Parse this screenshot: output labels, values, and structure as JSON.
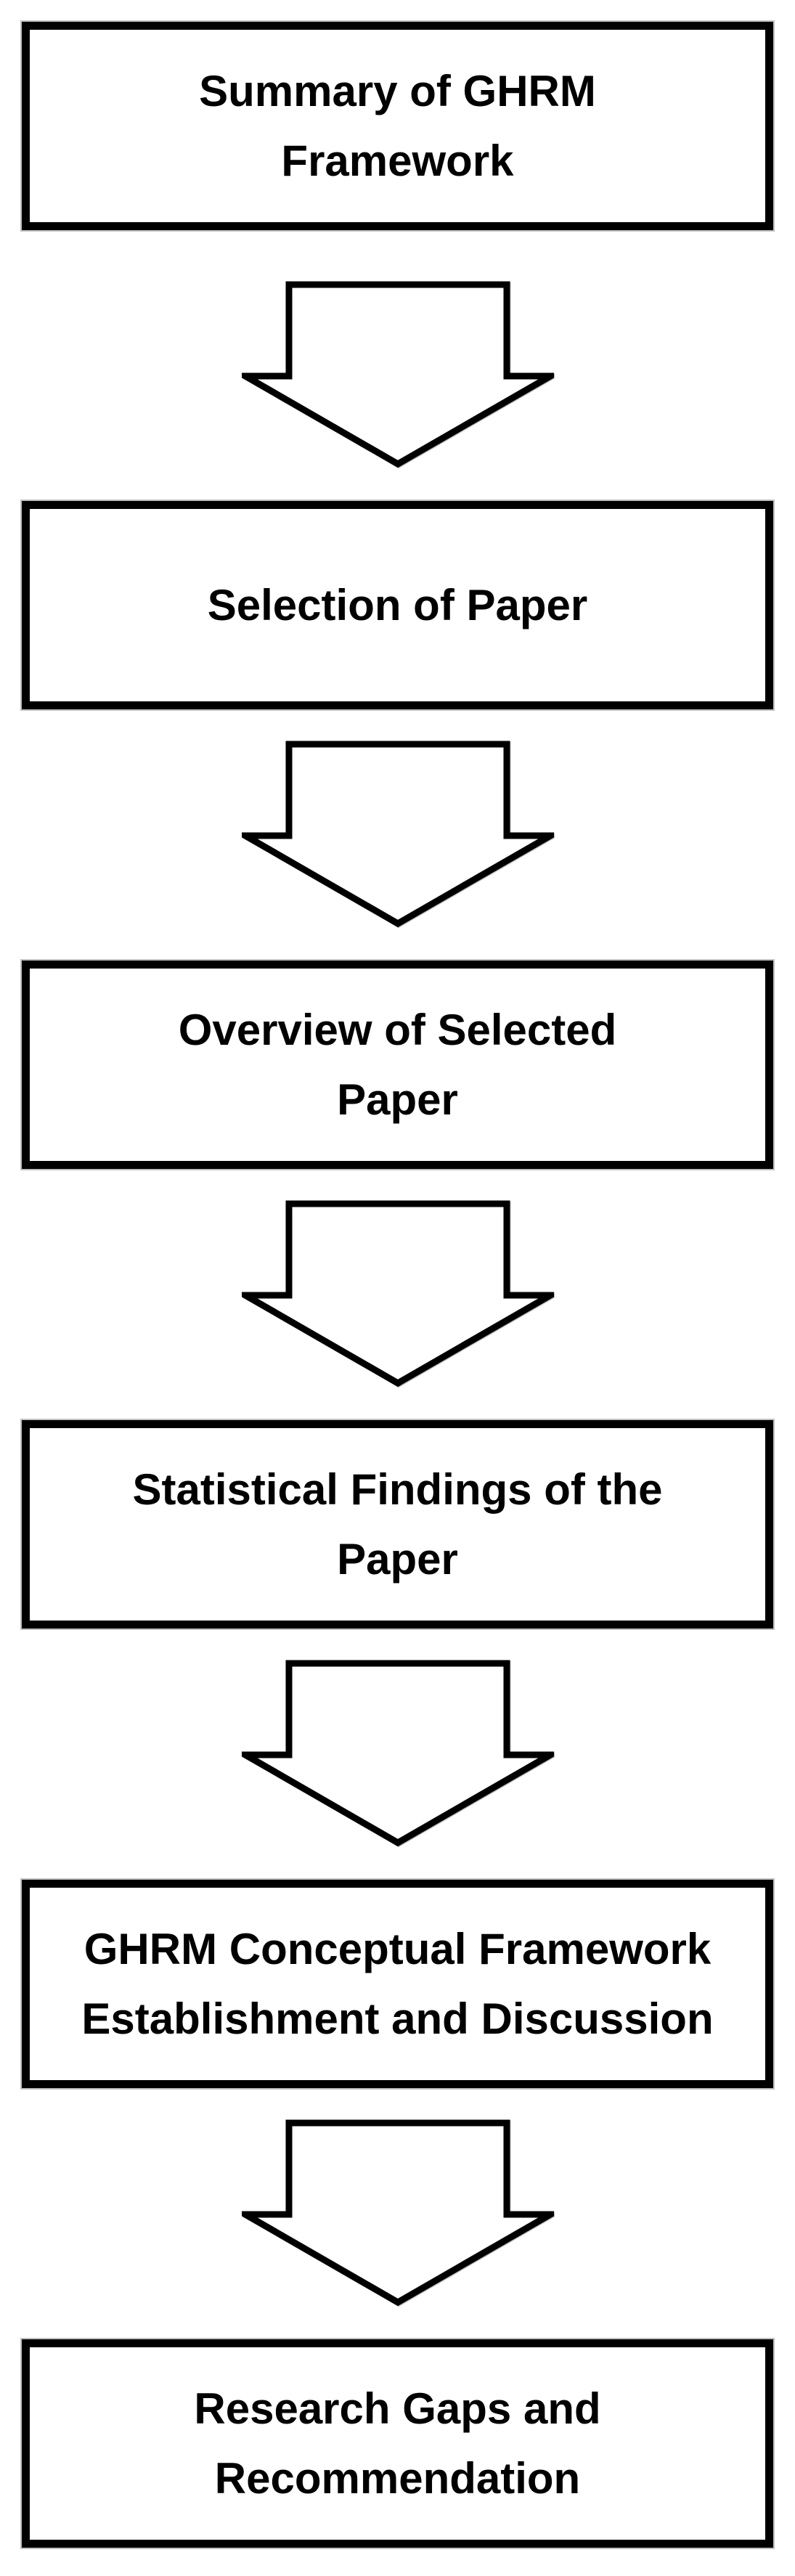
{
  "diagram": {
    "boxes": [
      {
        "label": "Summary of GHRM\nFramework"
      },
      {
        "label": "Selection of Paper"
      },
      {
        "label": "Overview of Selected\nPaper"
      },
      {
        "label": "Statistical Findings of the\nPaper"
      },
      {
        "label": "GHRM Conceptual Framework\nEstablishment and Discussion"
      },
      {
        "label": "Research Gaps and\nRecommendation"
      }
    ],
    "connector": "down-block-arrow",
    "colors": {
      "background": "#ffffff",
      "box_fill": "#ffffff",
      "box_border": "#000000",
      "text": "#000000",
      "arrow_fill": "#ffffff",
      "arrow_outline": "#000000"
    }
  }
}
